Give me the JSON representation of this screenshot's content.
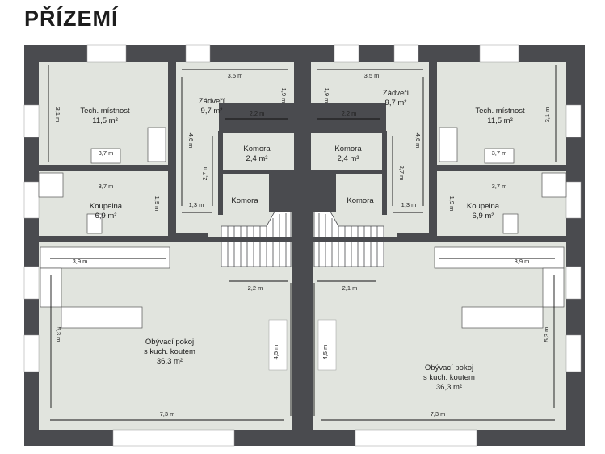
{
  "title": "PŘÍZEMÍ",
  "colors": {
    "wall": "#4a4b4f",
    "floor": "#e1e4de",
    "window": "#ffffff",
    "dimension": "#111111"
  },
  "rooms": {
    "tech_left": {
      "name": "Tech. místnost",
      "area": "11,5 m²"
    },
    "zadveri_left": {
      "name": "Zádveří",
      "area": "9,7 m²"
    },
    "komora1_left": {
      "name": "Komora",
      "area": "2,4 m²"
    },
    "komora2_left": {
      "name": "Komora"
    },
    "koupelna_left": {
      "name": "Koupelna",
      "area": "6,9 m²"
    },
    "obyvaci_left": {
      "line1": "Obývací pokoj",
      "line2": "s kuch. koutem",
      "area": "36,3 m²"
    },
    "tech_right": {
      "name": "Tech. místnost",
      "area": "11,5 m²"
    },
    "zadveri_right": {
      "name": "Zádveří",
      "area": "9,7 m²"
    },
    "komora1_right": {
      "name": "Komora",
      "area": "2,4 m²"
    },
    "komora2_right": {
      "name": "Komora"
    },
    "koupelna_right": {
      "name": "Koupelna",
      "area": "6,9 m²"
    },
    "obyvaci_right": {
      "line1": "Obývací pokoj",
      "line2": "s kuch. koutem",
      "area": "36,3 m²"
    }
  },
  "dims": {
    "d31": "3,1 m",
    "d37": "3,7 m",
    "d35": "3,5 m",
    "d19": "1,9 m",
    "d22": "2,2 m",
    "d46": "4,6 m",
    "d27": "2,7 m",
    "d13": "1,3 m",
    "d39": "3,9 m",
    "d21": "2,1 m",
    "d53": "5,3 m",
    "d45": "4,5 m",
    "d73": "7,3 m"
  }
}
